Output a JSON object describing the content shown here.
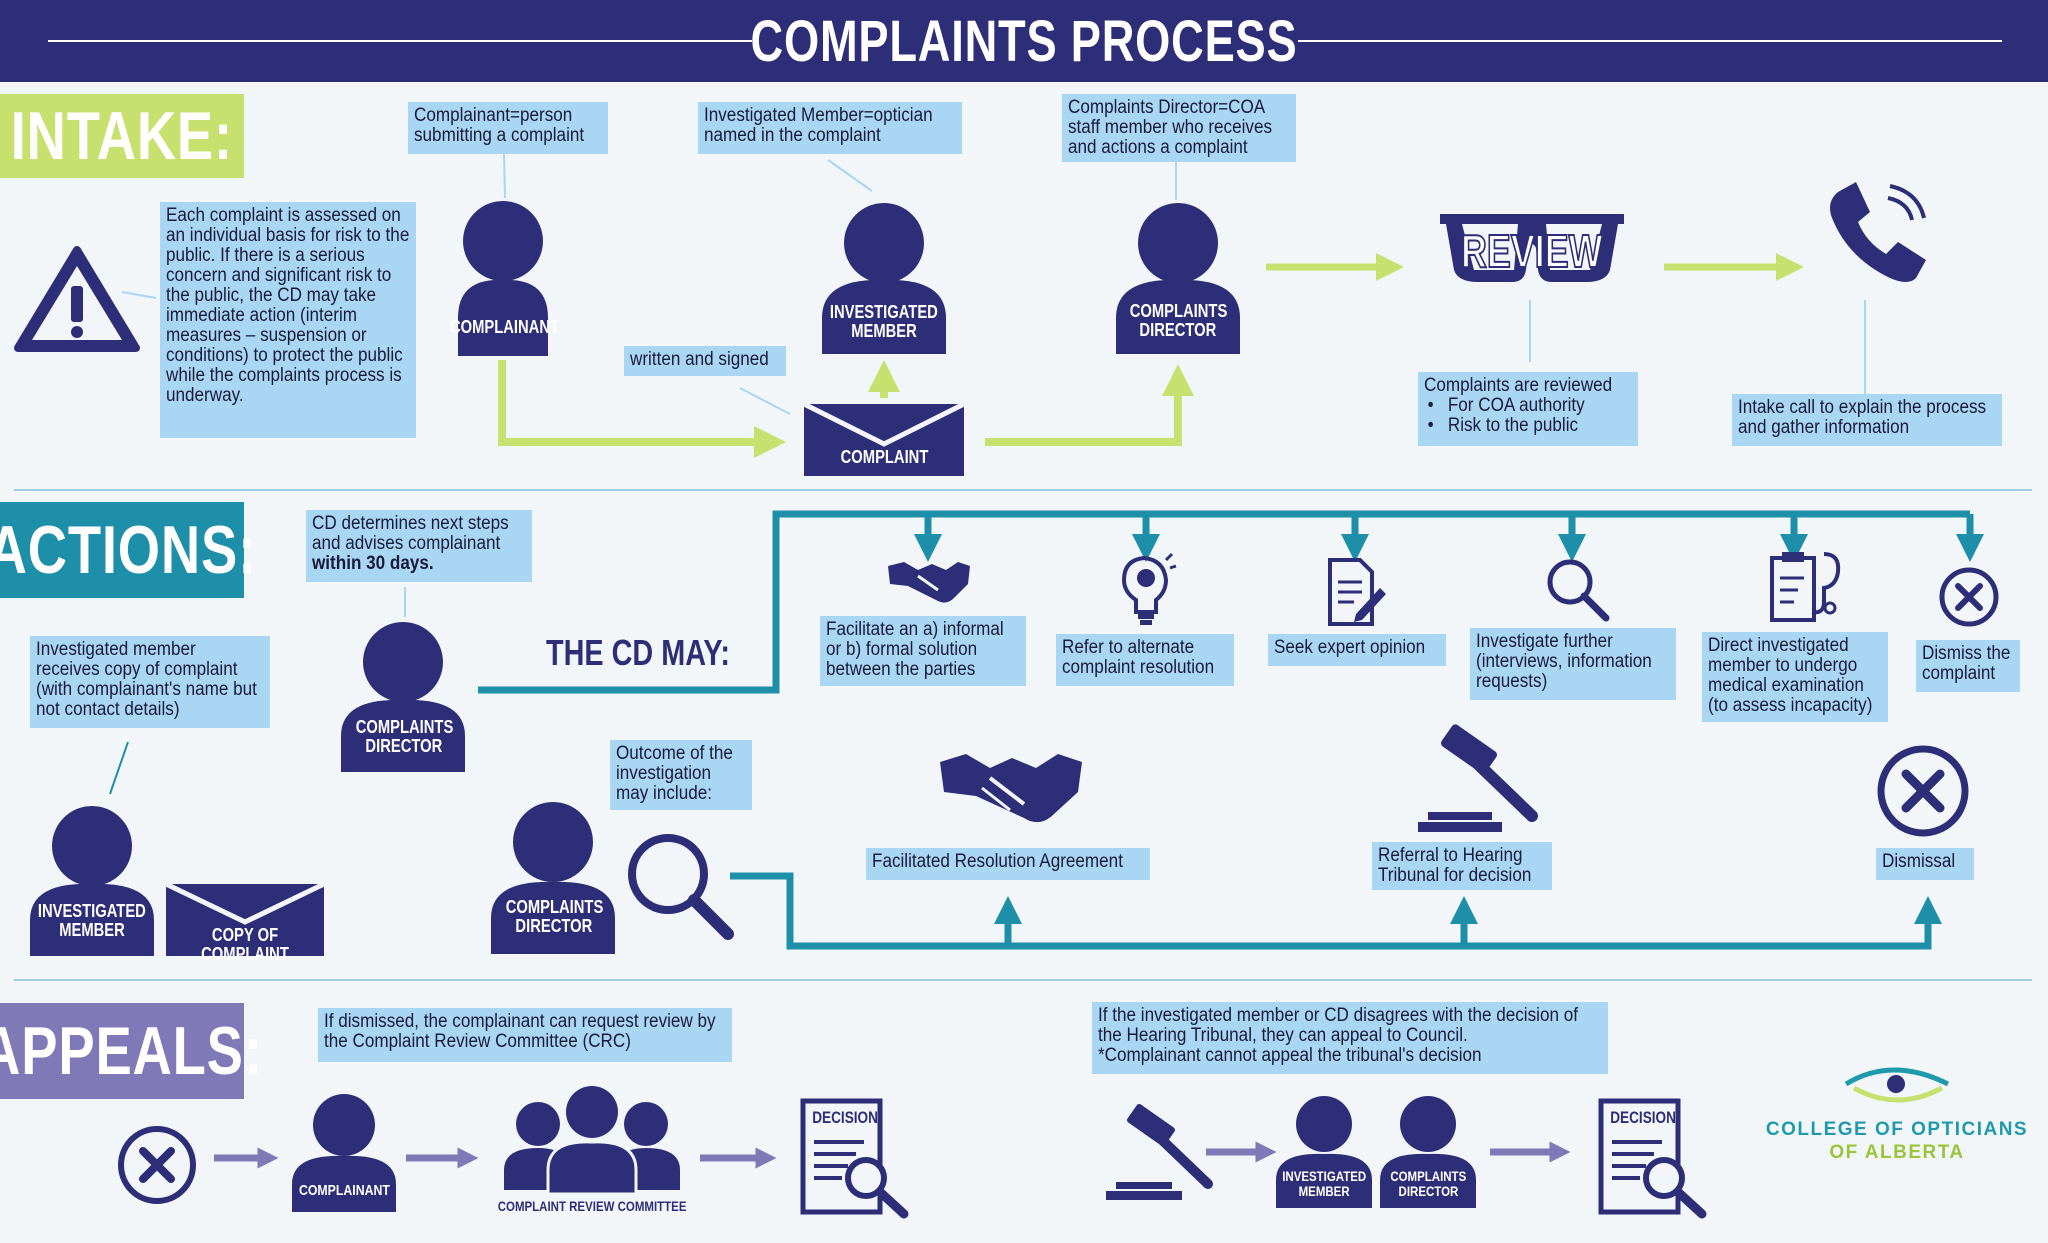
{
  "title": "COMPLAINTS PROCESS",
  "sections": {
    "intake": "INTAKE:",
    "actions": "ACTIONS:",
    "appeals": "APPEALS:"
  },
  "colors": {
    "navy": "#2e2e78",
    "lime": "#c8e06e",
    "teal": "#1e8fa8",
    "purple": "#8079b8",
    "note": "#a9d6f2"
  },
  "intake": {
    "risk_note": "Each complaint is assessed on an individual basis for risk to the public. If there is a serious concern and significant risk to the public, the CD may take immediate action (interim measures – suspension or conditions) to protect the public while the complaints process is underway.",
    "complainant_def": "Complainant=person submitting a complaint",
    "member_def": "Investigated Member=optician named in the complaint",
    "director_def": "Complaints Director=COA staff member who receives and actions a complaint",
    "written_signed": "written and signed",
    "complainant_label": "COMPLAINANT",
    "member_label_1": "INVESTIGATED",
    "member_label_2": "MEMBER",
    "director_label_1": "COMPLAINTS",
    "director_label_2": "DIRECTOR",
    "complaint_label": "COMPLAINT",
    "review_label": "REVIEW",
    "review_note_title": "Complaints are reviewed",
    "review_bullets": [
      "For COA authority",
      "Risk to the public"
    ],
    "call_note": "Intake call to explain the process and gather information",
    "icons": [
      "warning-icon",
      "glasses-icon",
      "phone-icon",
      "envelope-icon"
    ]
  },
  "actions": {
    "cd_note_1": "CD determines next steps and advises complainant",
    "cd_note_bold": "within 30 days.",
    "copy_note": "Investigated member receives copy of complaint (with complainant's name but not contact details)",
    "member_label_1": "INVESTIGATED",
    "member_label_2": "MEMBER",
    "copy_label": "COPY OF COMPLAINT",
    "director_label_1": "COMPLAINTS",
    "director_label_2": "DIRECTOR",
    "cd_may": "THE CD MAY:",
    "options": [
      "Facilitate an a) informal or b) formal solution between the parties",
      "Refer to alternate complaint resolution",
      "Seek expert opinion",
      "Investigate further (interviews, information requests)",
      "Direct investigated member to undergo medical examination (to assess incapacity)",
      "Dismiss the complaint"
    ],
    "outcome_note": "Outcome of the investigation may include:",
    "outcomes": [
      "Facilitated Resolution Agreement",
      "Referral to Hearing Tribunal for decision",
      "Dismissal"
    ]
  },
  "appeals": {
    "crc_note": "If dismissed, the complainant can request review by the Complaint Review Committee (CRC)",
    "council_note_1": "If the investigated member or CD disagrees with the decision of the Hearing Tribunal, they can appeal to Council.",
    "council_note_2": "*Complainant cannot appeal the tribunal's decision",
    "complainant_label": "COMPLAINANT",
    "crc_label": "COMPLAINT REVIEW COMMITTEE",
    "decision_label": "DECISION",
    "member_label_1": "INVESTIGATED",
    "member_label_2": "MEMBER",
    "director_label_1": "COMPLAINTS",
    "director_label_2": "DIRECTOR"
  },
  "org": {
    "line1": "COLLEGE OF OPTICIANS",
    "line2": "OF ALBERTA"
  }
}
